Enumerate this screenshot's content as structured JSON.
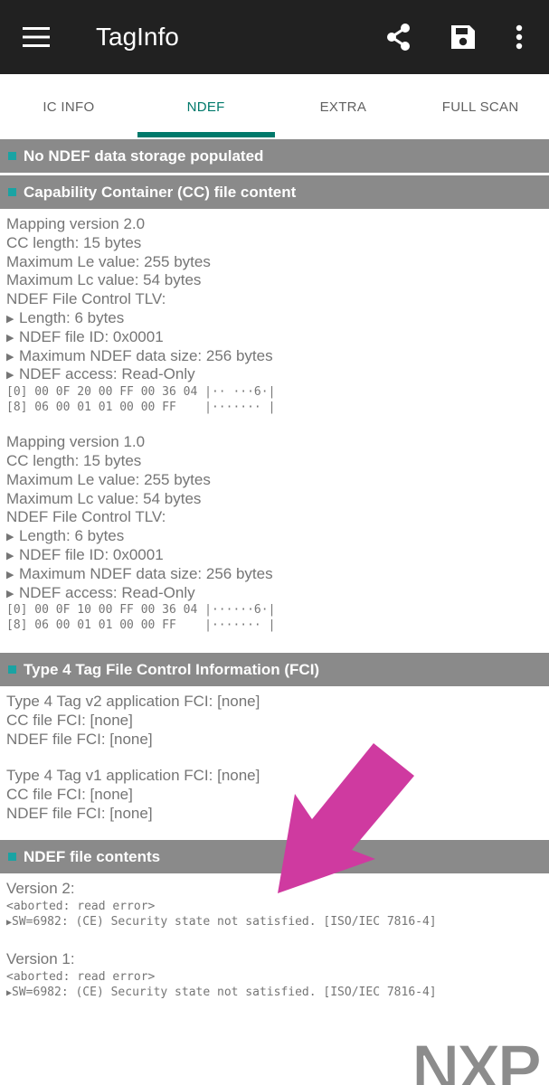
{
  "app": {
    "title": "TagInfo"
  },
  "toolbar": {
    "menu_icon": "hamburger-menu-icon",
    "share_icon": "share-icon",
    "save_icon": "save-floppy-icon",
    "more_icon": "more-vert-icon"
  },
  "tabs": [
    {
      "label": "IC INFO",
      "active": false
    },
    {
      "label": "NDEF",
      "active": true
    },
    {
      "label": "EXTRA",
      "active": false
    },
    {
      "label": "FULL SCAN",
      "active": false
    }
  ],
  "colors": {
    "appbar": "#212121",
    "accent": "#00796b",
    "section_header": "#8a8a8a",
    "section_marker": "#1aa3a3",
    "arrow": "#cf3aa0",
    "text": "#757575"
  },
  "sections": {
    "no_ndef": {
      "title": "No NDEF data storage populated"
    },
    "cc": {
      "title": "Capability Container (CC) file content",
      "v2": {
        "mapping": "Mapping version 2.0",
        "cc_length": "CC length: 15 bytes",
        "max_le": "Maximum Le value: 255 bytes",
        "max_lc": "Maximum Lc value: 54 bytes",
        "tlv": "NDEF File Control TLV:",
        "length": "Length: 6 bytes",
        "file_id": "NDEF file ID: 0x0001",
        "max_size": "Maximum NDEF data size: 256 bytes",
        "access": "NDEF access: Read-Only",
        "hex0": "[0] 00 0F 20 00 FF 00 36 04 |·· ···6·|",
        "hex8": "[8] 06 00 01 01 00 00 FF    |······· |"
      },
      "v1": {
        "mapping": "Mapping version 1.0",
        "cc_length": "CC length: 15 bytes",
        "max_le": "Maximum Le value: 255 bytes",
        "max_lc": "Maximum Lc value: 54 bytes",
        "tlv": "NDEF File Control TLV:",
        "length": "Length: 6 bytes",
        "file_id": "NDEF file ID: 0x0001",
        "max_size": "Maximum NDEF data size: 256 bytes",
        "access": "NDEF access: Read-Only",
        "hex0": "[0] 00 0F 10 00 FF 00 36 04 |······6·|",
        "hex8": "[8] 06 00 01 01 00 00 FF    |······· |"
      }
    },
    "fci": {
      "title": "Type 4 Tag File Control Information (FCI)",
      "v2": {
        "app": "Type 4 Tag v2 application FCI: [none]",
        "cc": "CC file FCI: [none]",
        "ndef": "NDEF file FCI: [none]"
      },
      "v1": {
        "app": "Type 4 Tag v1 application FCI: [none]",
        "cc": "CC file FCI: [none]",
        "ndef": "NDEF file FCI: [none]"
      }
    },
    "ndef_file": {
      "title": "NDEF file contents",
      "v2": {
        "version": "Version 2:",
        "aborted": "<aborted: read error>",
        "sw": "SW=6982: (CE) Security state not satisfied. [ISO/IEC 7816-4]"
      },
      "v1": {
        "version": "Version 1:",
        "aborted": "<aborted: read error>",
        "sw": "SW=6982: (CE) Security state not satisfied. [ISO/IEC 7816-4]"
      }
    }
  },
  "bullet_glyph": "▶",
  "logo": {
    "text": "NXP"
  }
}
